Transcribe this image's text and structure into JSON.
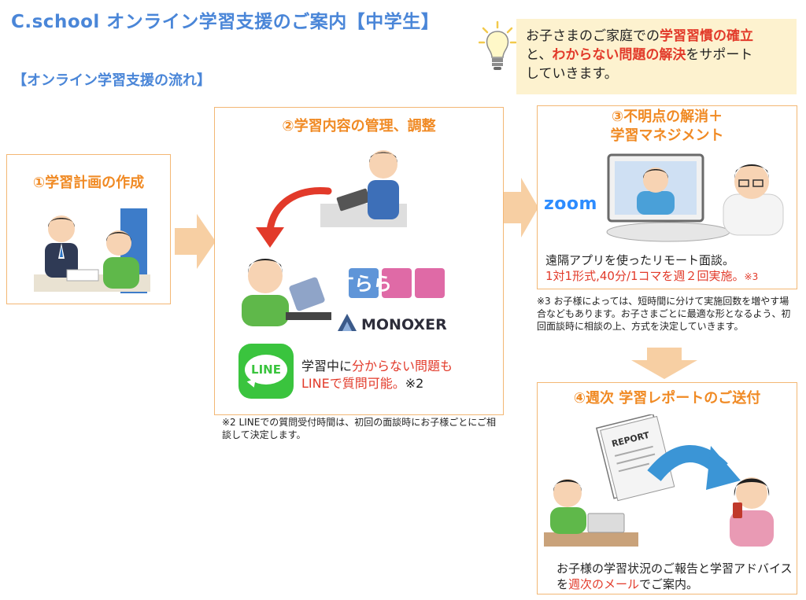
{
  "header": {
    "title": "C.school オンライン学習支援のご案内【中学生】",
    "subtitle": "【オンライン学習支援の流れ】"
  },
  "intro": {
    "line1_pre": "お子さまのご家庭での",
    "line1_em": "学習習慣の確立",
    "line2_pre": "と、",
    "line2_em": "わからない問題の解決",
    "line2_post": "をサポート",
    "line3": "していきます。"
  },
  "step1": {
    "title": "①学習計画の作成"
  },
  "step2": {
    "title": "②学習内容の管理、調整",
    "surala_label": "すらら",
    "monoxer_label": "MONOXER",
    "line_logo": "LINE",
    "line_text_pre": "学習中に",
    "line_text_em1": "分からない問題も",
    "line_text_em2": "LINEで質問可能。",
    "line_text_mark": "※2",
    "note": "※2 LINEでの質問受付時間は、初回の面談時にお子様ごとにご相談して決定します。"
  },
  "step3": {
    "title_line1": "③不明点の解消＋",
    "title_line2": "学習マネジメント",
    "zoom_label": "zoom",
    "desc": "遠隔アプリを使ったリモート面談。",
    "desc_em": "1対1形式,40分/1コマを週２回実施。",
    "desc_mark": "※3",
    "note": "※3 お子様によっては、短時間に分けて実施回数を増やす場合などもあります。お子さまごとに最適な形となるよう、初回面談時に相談の上、方式を決定していきます。"
  },
  "step4": {
    "title": "④週次 学習レポートのご送付",
    "report_label": "REPORT",
    "desc_pre": "お子様の学習状況のご報告と学習アドバイスを",
    "desc_em": "週次のメール",
    "desc_post": "でご案内。"
  },
  "colors": {
    "title_blue": "#4a86d8",
    "accent_orange": "#f08a24",
    "box_border": "#f3b774",
    "emphasis_red": "#e23a2a",
    "intro_bg": "#fdf2cf",
    "arrow": "#f7cfa3",
    "line_green": "#3ac43e"
  }
}
